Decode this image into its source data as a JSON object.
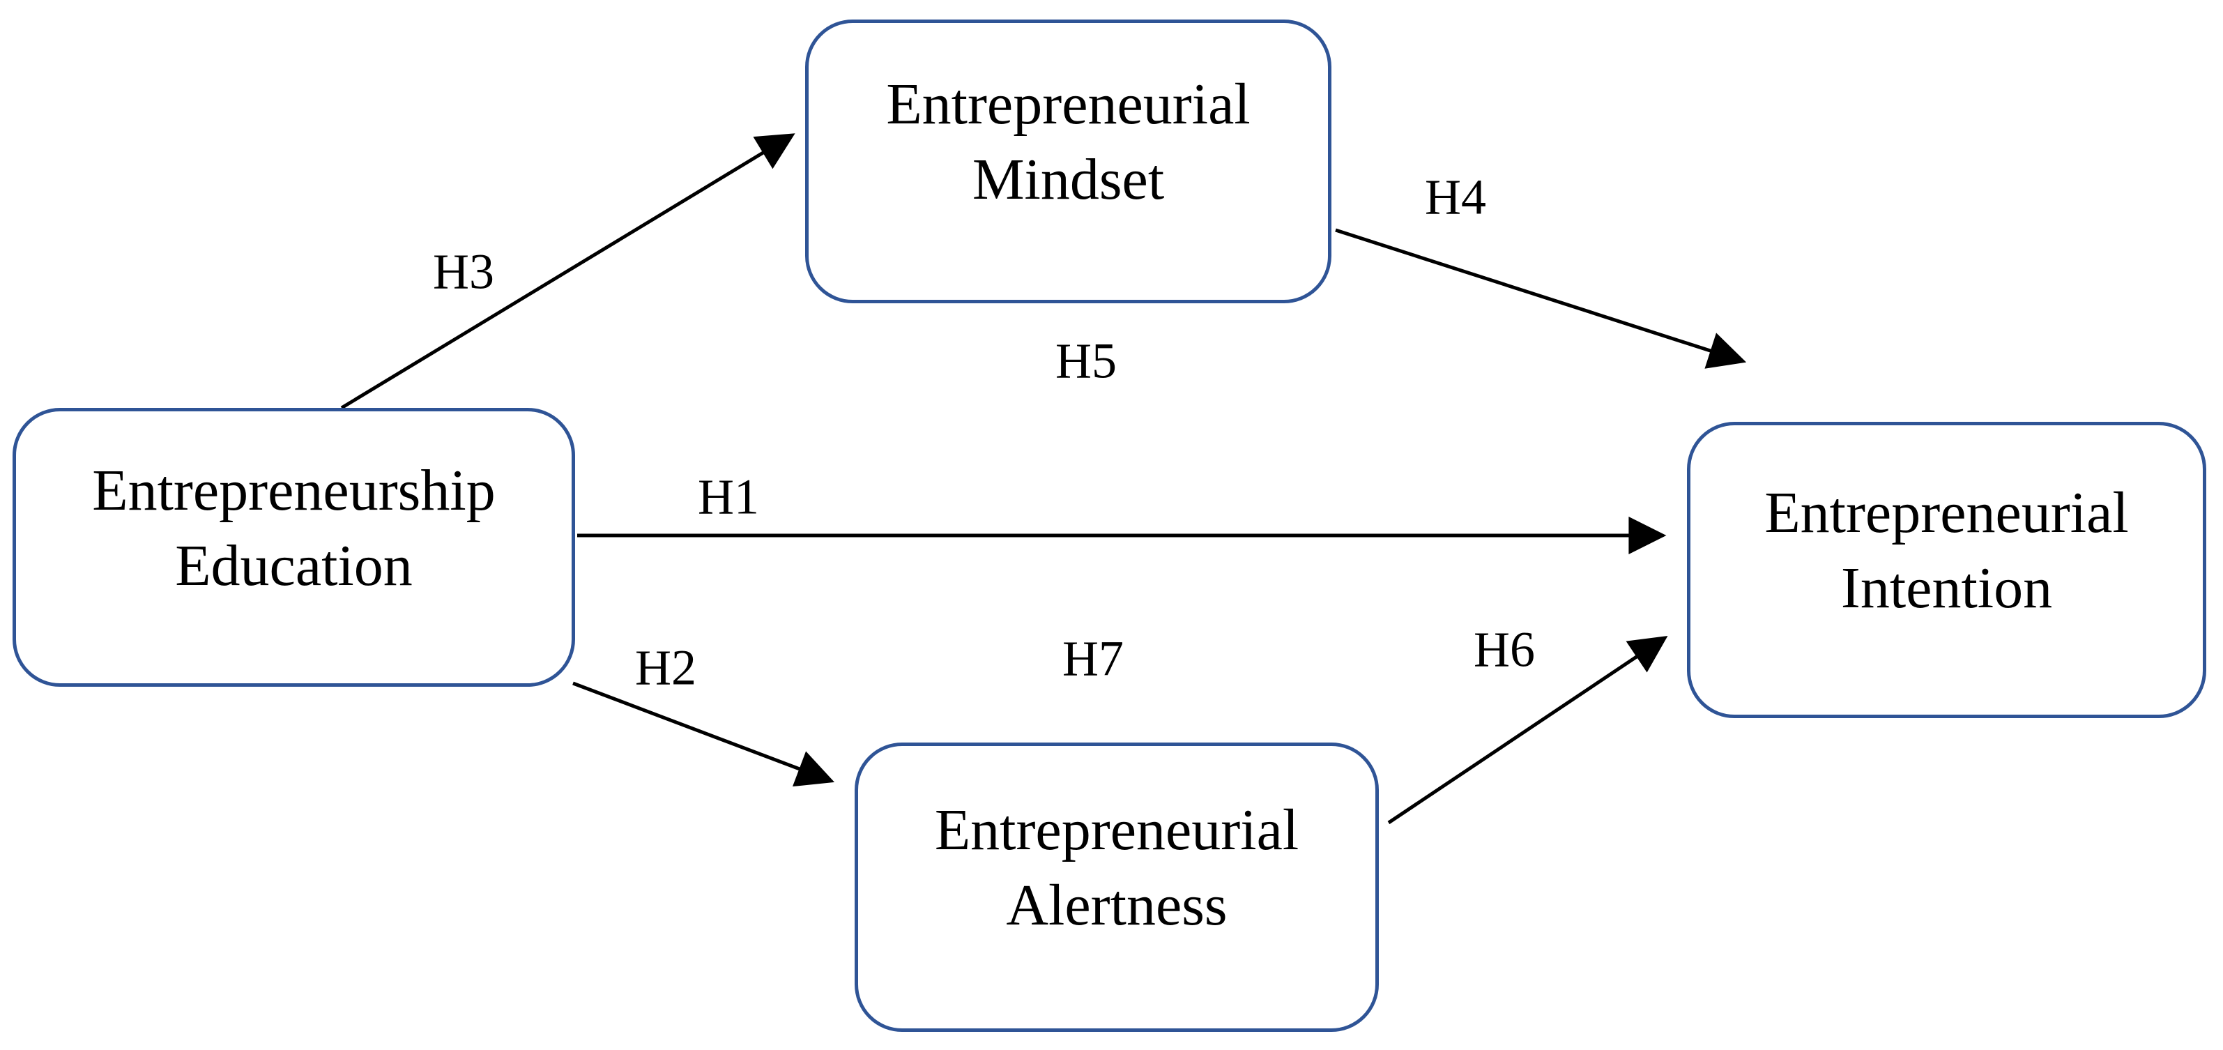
{
  "colors": {
    "box_border": "#2F5496",
    "arrow": "#000000",
    "text": "#000000",
    "background": "#FFFFFF"
  },
  "nodes": {
    "education": {
      "line1": "Entrepreneurship",
      "line2": "Education"
    },
    "mindset": {
      "line1": "Entrepreneurial",
      "line2": "Mindset"
    },
    "alertness": {
      "line1": "Entrepreneurial",
      "line2": "Alertness"
    },
    "intention": {
      "line1": "Entrepreneurial",
      "line2": "Intention"
    }
  },
  "hypothesis_labels": {
    "h1": "H1",
    "h2": "H2",
    "h3": "H3",
    "h4": "H4",
    "h5": "H5",
    "h6": "H6",
    "h7": "H7"
  },
  "edges": [
    {
      "label": "H1",
      "from": "education",
      "to": "intention"
    },
    {
      "label": "H2",
      "from": "education",
      "to": "alertness"
    },
    {
      "label": "H3",
      "from": "education",
      "to": "mindset"
    },
    {
      "label": "H4",
      "from": "mindset",
      "to": "intention"
    },
    {
      "label": "H6",
      "from": "alertness",
      "to": "intention"
    },
    {
      "label": "H5",
      "type": "mediation-label"
    },
    {
      "label": "H7",
      "type": "mediation-label"
    }
  ]
}
